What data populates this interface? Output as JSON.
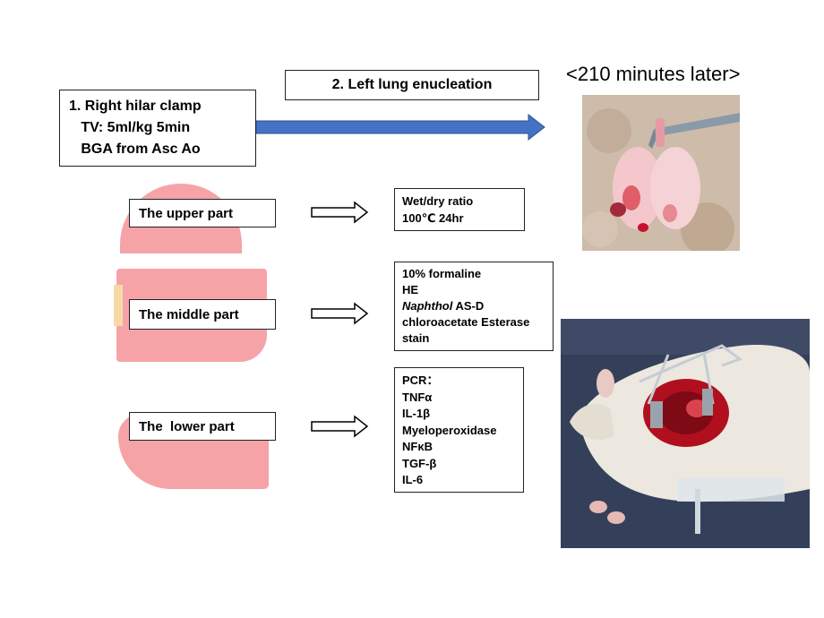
{
  "step1": {
    "lines": [
      "1. Right hilar clamp",
      "   TV: 5ml/kg 5min",
      "   BGA from Asc Ao"
    ]
  },
  "step2": {
    "label": "2. Left lung enucleation"
  },
  "time_label": "<210 minutes later>",
  "parts": {
    "upper": {
      "label": "The upper part"
    },
    "middle": {
      "label": "The middle part"
    },
    "lower": {
      "label": "The  lower part"
    }
  },
  "results": {
    "upper": {
      "lines": [
        "Wet/dry ratio",
        "100℃ 24hr"
      ]
    },
    "middle": {
      "lines": [
        "10% formaline",
        "HE"
      ],
      "naphthol_italic": "Naphthol",
      "naphthol_rest": " AS-D",
      "lines_after": [
        "chloroacetate Esterase",
        "stain"
      ]
    },
    "lower": {
      "lines": [
        "PCR：",
        "TNFα",
        "IL-1β",
        "Myeloperoxidase",
        "NFκB",
        "TGF-β",
        "IL-6"
      ]
    }
  },
  "colors": {
    "arrow_blue": "#4472c4",
    "lung_pink": "#f6a3a8",
    "tissue_red": "#c8102e",
    "box_border": "#222222"
  }
}
